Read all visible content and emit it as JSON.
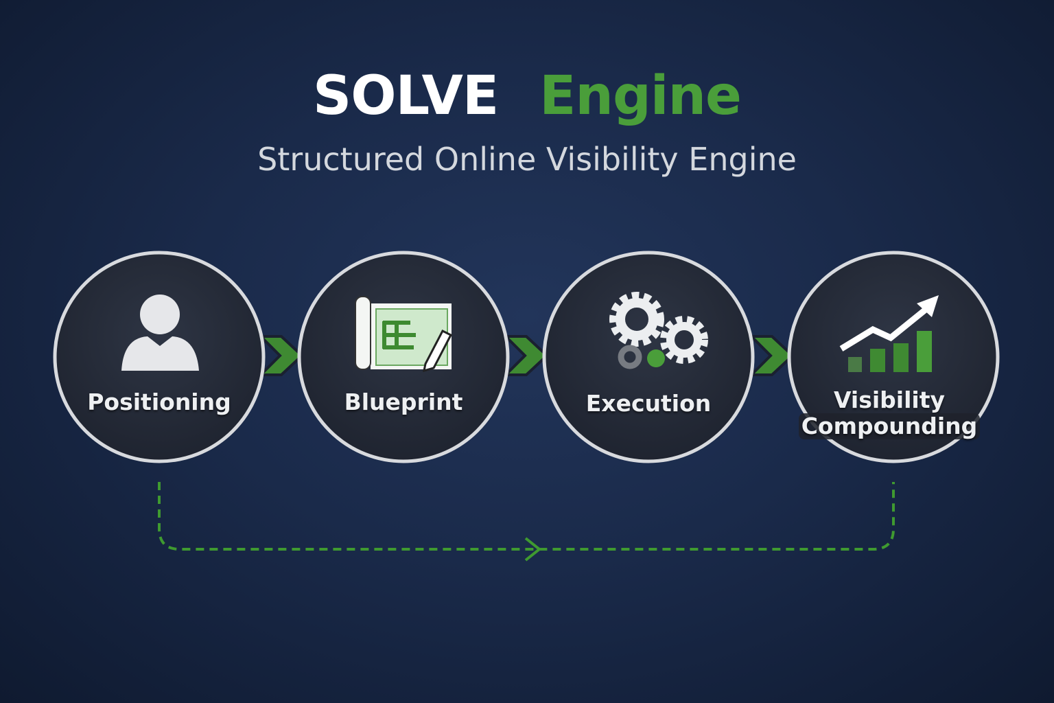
{
  "title": {
    "part1": "SOLVE",
    "part2": "Engine"
  },
  "subtitle": "Structured Online Visibility Engine",
  "steps": [
    {
      "label": "Positioning",
      "icon": "person-icon"
    },
    {
      "label": "Blueprint",
      "icon": "blueprint-icon"
    },
    {
      "label": "Execution",
      "icon": "gears-icon"
    },
    {
      "label": "Visibility Compounding",
      "line1": "Visibility",
      "line2": "Compounding",
      "icon": "growth-chart-icon"
    }
  ],
  "colors": {
    "accent": "#4a9e3a",
    "background": "#1a2a4a",
    "circle": "#252b38",
    "ring": "#d8dade"
  }
}
